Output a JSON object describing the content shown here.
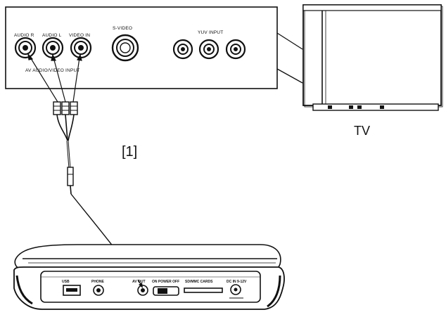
{
  "panel": {
    "jacks": {
      "audio_r": "AUDIO R",
      "audio_l": "AUDIO L",
      "video_in": "VIDEO IN",
      "s_video": "S-VIDEO",
      "yuv_input": "YUV INPUT"
    },
    "av_group": "AV AUDIO/VIDEO INPUT"
  },
  "tv_label": "TV",
  "step_label": "[1]",
  "player": {
    "usb": "USB",
    "phone": "PHONE",
    "av_out": "AV OUT",
    "power": "ON POWER OFF",
    "card": "SD/MMC CARDS",
    "dc_in": "DC IN 9-12V"
  },
  "colors": {
    "line": "#111111",
    "fill": "#ffffff"
  }
}
